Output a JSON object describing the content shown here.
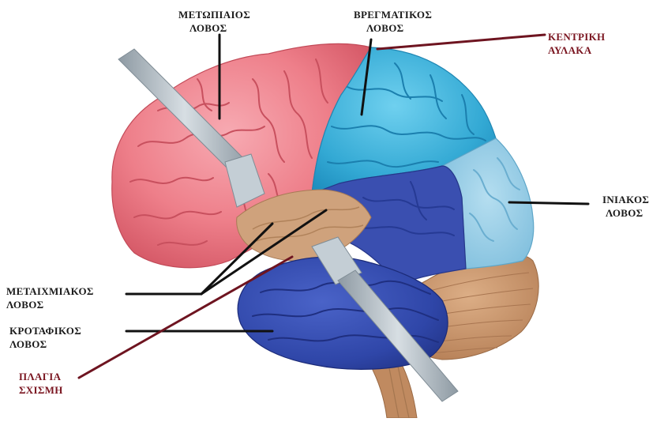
{
  "labels": {
    "frontal": {
      "line1": "ΜΕΤΩΠΙΑΙΟΣ",
      "line2": "ΛΟΒΟΣ"
    },
    "parietal": {
      "line1": "ΒΡΕΓΜΑΤΙΚΟΣ",
      "line2": "ΛΟΒΟΣ"
    },
    "central": {
      "line1": "ΚΕΝΤΡΙΚΗ",
      "line2": "ΑΥΛΑΚΑ"
    },
    "occipital": {
      "line1": "ΙΝΙΑΚΟΣ",
      "line2": "ΛΟΒΟΣ"
    },
    "insular": {
      "line1": "ΜΕΤΑΙΧΜΙΑΚΟΣ",
      "line2": "ΛΟΒΟΣ"
    },
    "temporal": {
      "line1": "ΚΡΟΤΑΦΙΚΟΣ",
      "line2": "ΛΟΒΟΣ"
    },
    "lateral": {
      "line1": "ΠΛΑΓΙΑ",
      "line2": "ΣΧΙΣΜΗ"
    }
  },
  "colors": {
    "frontal": "#ee7f8a",
    "parietal": "#3ab0d8",
    "occipital": "#8fcbe6",
    "temporal": "#2f46a8",
    "parietal_lower": "#3a4fb0",
    "cerebellum": "#c9956c",
    "brainstem": "#c08a60",
    "insula": "#cfa27c",
    "leader_dark": "#111111",
    "leader_red": "#6e1420",
    "probe": "#b9c4cc"
  }
}
